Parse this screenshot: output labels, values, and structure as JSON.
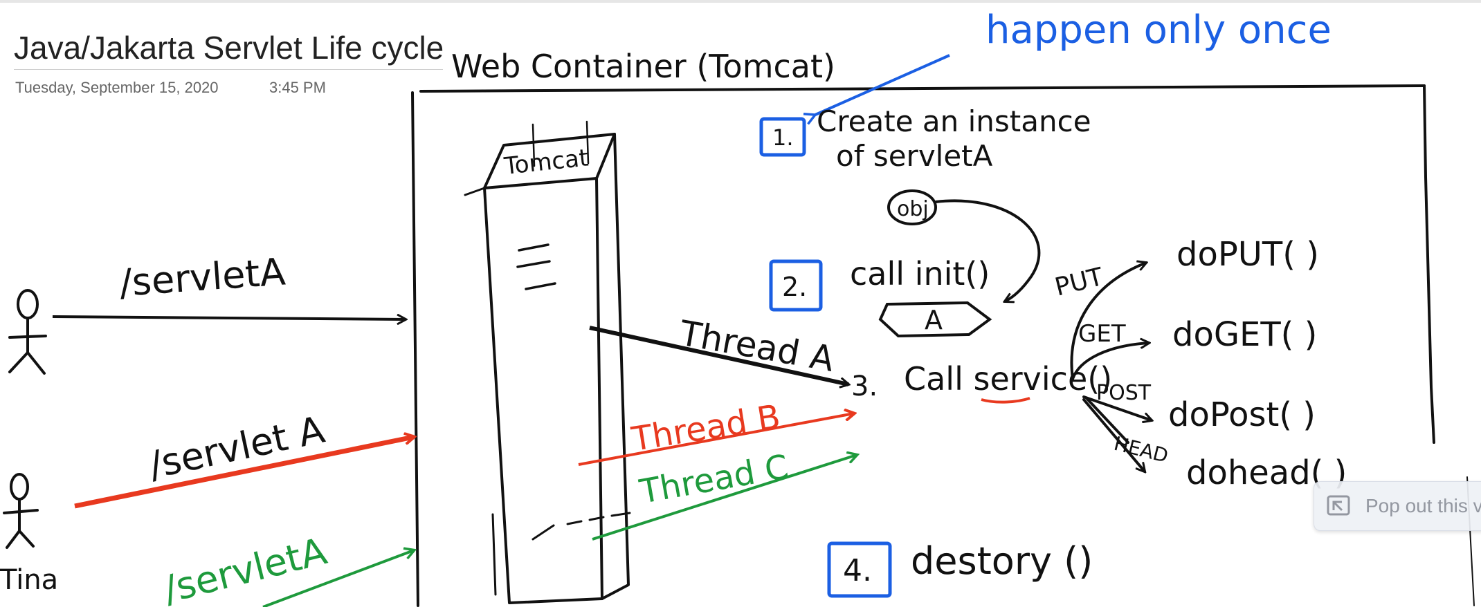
{
  "page": {
    "title": "Java/Jakarta Servlet Life cycle",
    "date": "Tuesday, September 15, 2020",
    "time": "3:45 PM"
  },
  "diagram": {
    "container_label": "Web Container (Tomcat)",
    "note": "happen only once",
    "tomcat_label": "Tomcat",
    "tomcat_scribble": "三",
    "request_paths": [
      "/servletA",
      "/servlet A",
      "/servletA"
    ],
    "person_label": "Tina",
    "threads": [
      "Thread A",
      "Thread B",
      "Thread C"
    ],
    "steps": {
      "step1_num": "1.",
      "step1_line1": "Create an instance",
      "step1_line2": "of servletA",
      "obj": "obj",
      "step2_num": "2.",
      "step2_text": "call init()",
      "instance": "A",
      "step3_num": "3.",
      "step3_text": "Call service()",
      "step4_num": "4.",
      "step4_text": "destory ()"
    },
    "methods": {
      "put_label": "PUT",
      "put_method": "doPUT( )",
      "get_label": "GET",
      "get_method": "doGET( )",
      "post_label": "POST",
      "post_method": "doPost( )",
      "head_label": "HEAD",
      "head_method": "dohead( )"
    },
    "colors": {
      "ink": "#111111",
      "blue": "#1b5fe3",
      "red": "#e8391f",
      "green": "#1e9a3c"
    }
  },
  "popout": {
    "label": "Pop out this video",
    "icon": "popout-icon"
  }
}
